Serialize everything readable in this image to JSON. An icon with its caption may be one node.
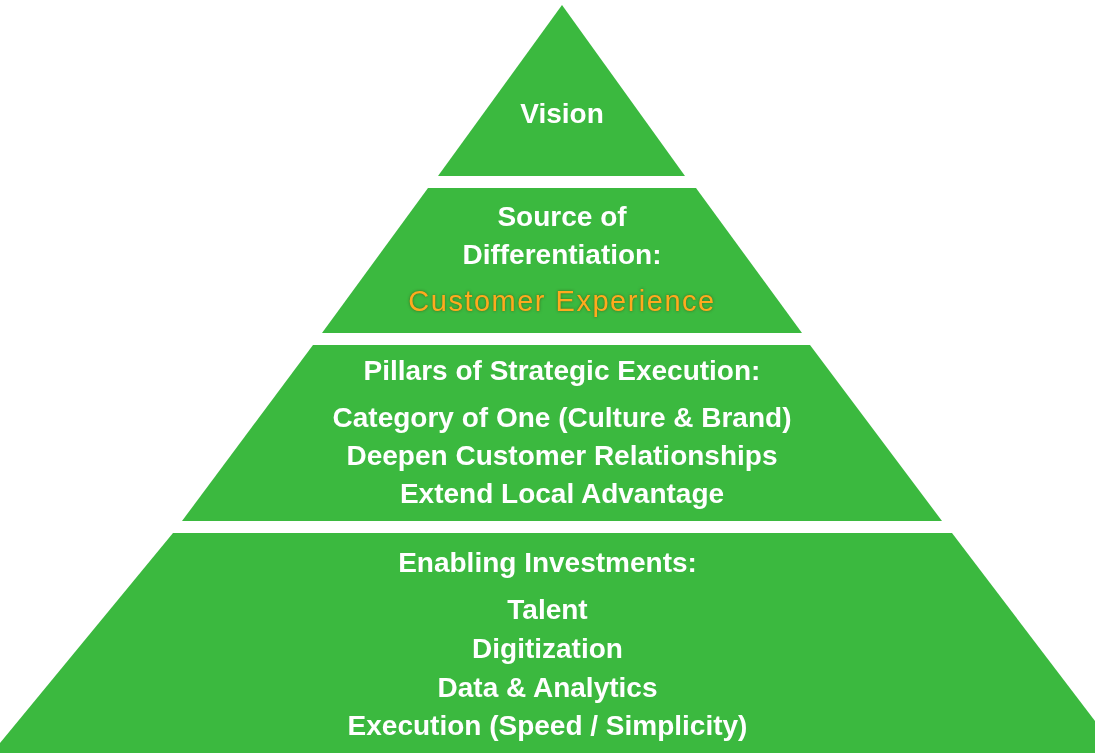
{
  "diagram": {
    "nodes": [
      {
        "text": [
          "Vision"
        ]
      },
      {
        "text": [
          "Source of Differentiation:",
          "Customer Experience"
        ]
      },
      {
        "text": [
          "Pillars of Strategic Execution:",
          "Category of One (Culture & Brand)",
          "Deepen Customer Relationships",
          "Extend Local Advantage"
        ]
      },
      {
        "text": [
          "Enabling Investments:",
          "Talent",
          "Digitization",
          "Data & Analytics",
          "Execution (Speed / Simplicity)"
        ]
      }
    ]
  }
}
